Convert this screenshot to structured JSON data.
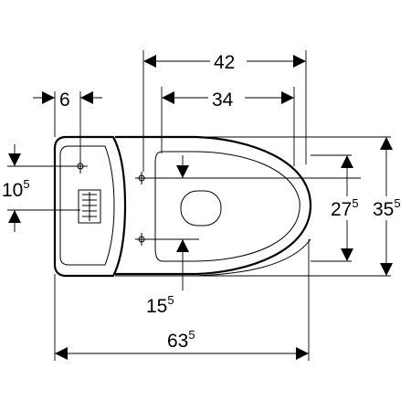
{
  "dimensions": {
    "width_total": {
      "main": "63",
      "sup": "5"
    },
    "bowl_length": {
      "main": "42",
      "sup": ""
    },
    "seat_length": {
      "main": "34",
      "sup": ""
    },
    "tank_inset": {
      "main": "6",
      "sup": ""
    },
    "inlet_height": {
      "main": "10",
      "sup": "5"
    },
    "fixing_spacing": {
      "main": "27",
      "sup": "5"
    },
    "overall_width": {
      "main": "35",
      "sup": "5"
    },
    "fixing_offset": {
      "main": "15",
      "sup": "5"
    }
  }
}
